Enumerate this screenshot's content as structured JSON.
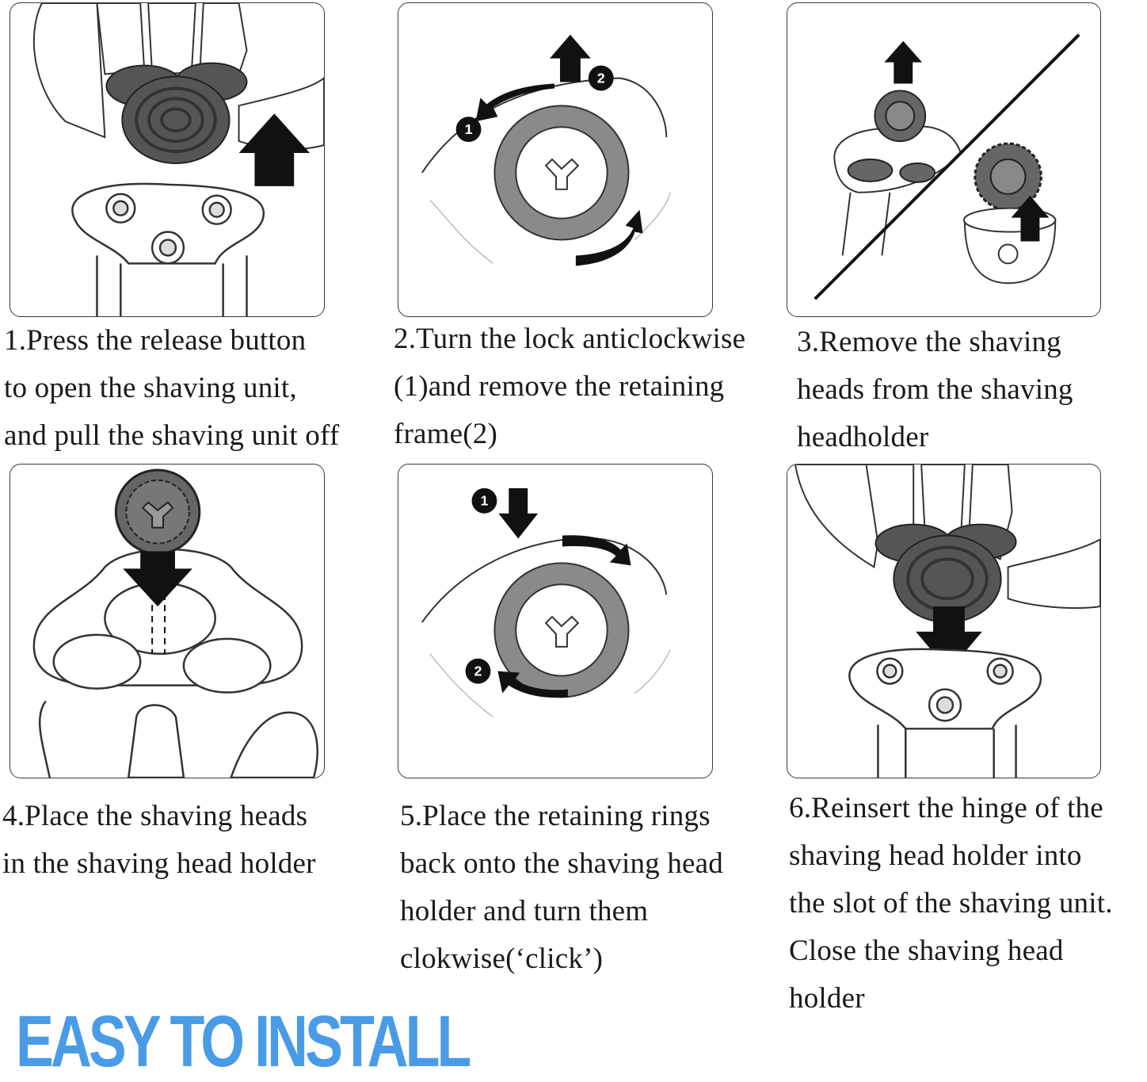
{
  "steps": [
    {
      "number": "1",
      "lines": [
        "1.Press the release button",
        "to open the shaving unit,",
        "and pull the shaving unit off"
      ],
      "illustration": "press-release-illustration"
    },
    {
      "number": "2",
      "lines": [
        "2.Turn the lock anticlockwise",
        "(1)and remove the retaining",
        "frame(2)"
      ],
      "illustration": "turn-lock-illustration",
      "markers": [
        "1",
        "2"
      ]
    },
    {
      "number": "3",
      "lines": [
        "3.Remove the shaving",
        "heads from the shaving",
        "headholder"
      ],
      "illustration": "remove-heads-illustration"
    },
    {
      "number": "4",
      "lines": [
        "4.Place the shaving heads",
        "in the shaving head holder"
      ],
      "illustration": "place-heads-illustration"
    },
    {
      "number": "5",
      "lines": [
        "5.Place the retaining rings",
        "back onto the shaving head",
        "holder and turn them",
        "clokwise(‘click’)"
      ],
      "illustration": "place-rings-illustration",
      "markers": [
        "1",
        "2"
      ]
    },
    {
      "number": "6",
      "lines": [
        "6.Reinsert the hinge of the",
        "shaving head holder into",
        "the slot of the shaving unit.",
        "Close the shaving head",
        "holder"
      ],
      "illustration": "reinsert-illustration"
    }
  ],
  "headline": "EASY TO INSTALL",
  "colors": {
    "headline": "#4a9be6",
    "shaver_head": "#555555",
    "ring": "#8a8a8a",
    "arrow": "#1a1a1a",
    "outline": "#333333"
  }
}
